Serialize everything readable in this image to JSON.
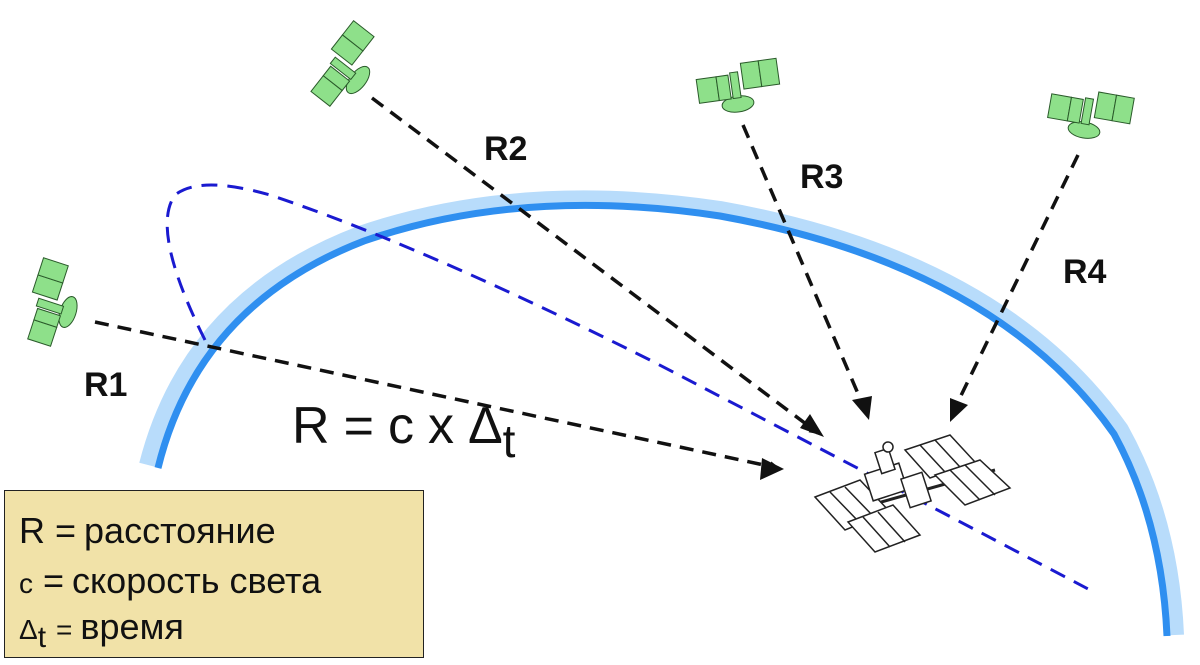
{
  "diagram": {
    "satellite_labels": [
      "R1",
      "R2",
      "R3",
      "R4"
    ],
    "formula": {
      "lhs": "R",
      "equals": "=",
      "c": "c",
      "times": "x",
      "delta": "Δ",
      "delta_sub": "t"
    },
    "legend": [
      {
        "symbol": "R",
        "equals": "=",
        "text": "расстояние"
      },
      {
        "symbol": "c",
        "equals": "=",
        "text": "скорость света"
      },
      {
        "symbol": "Δ",
        "symbol_sub": "t",
        "equals": "=",
        "text": "время"
      }
    ],
    "colors": {
      "earth_arc_outer": "#b8dcfb",
      "earth_arc_inner": "#2f8ff0",
      "orbit_dashed": "#1a1ad0",
      "range_arrows": "#111111",
      "satellite_panels": "#8ee08a",
      "legend_background": "#f1e2a8"
    }
  }
}
